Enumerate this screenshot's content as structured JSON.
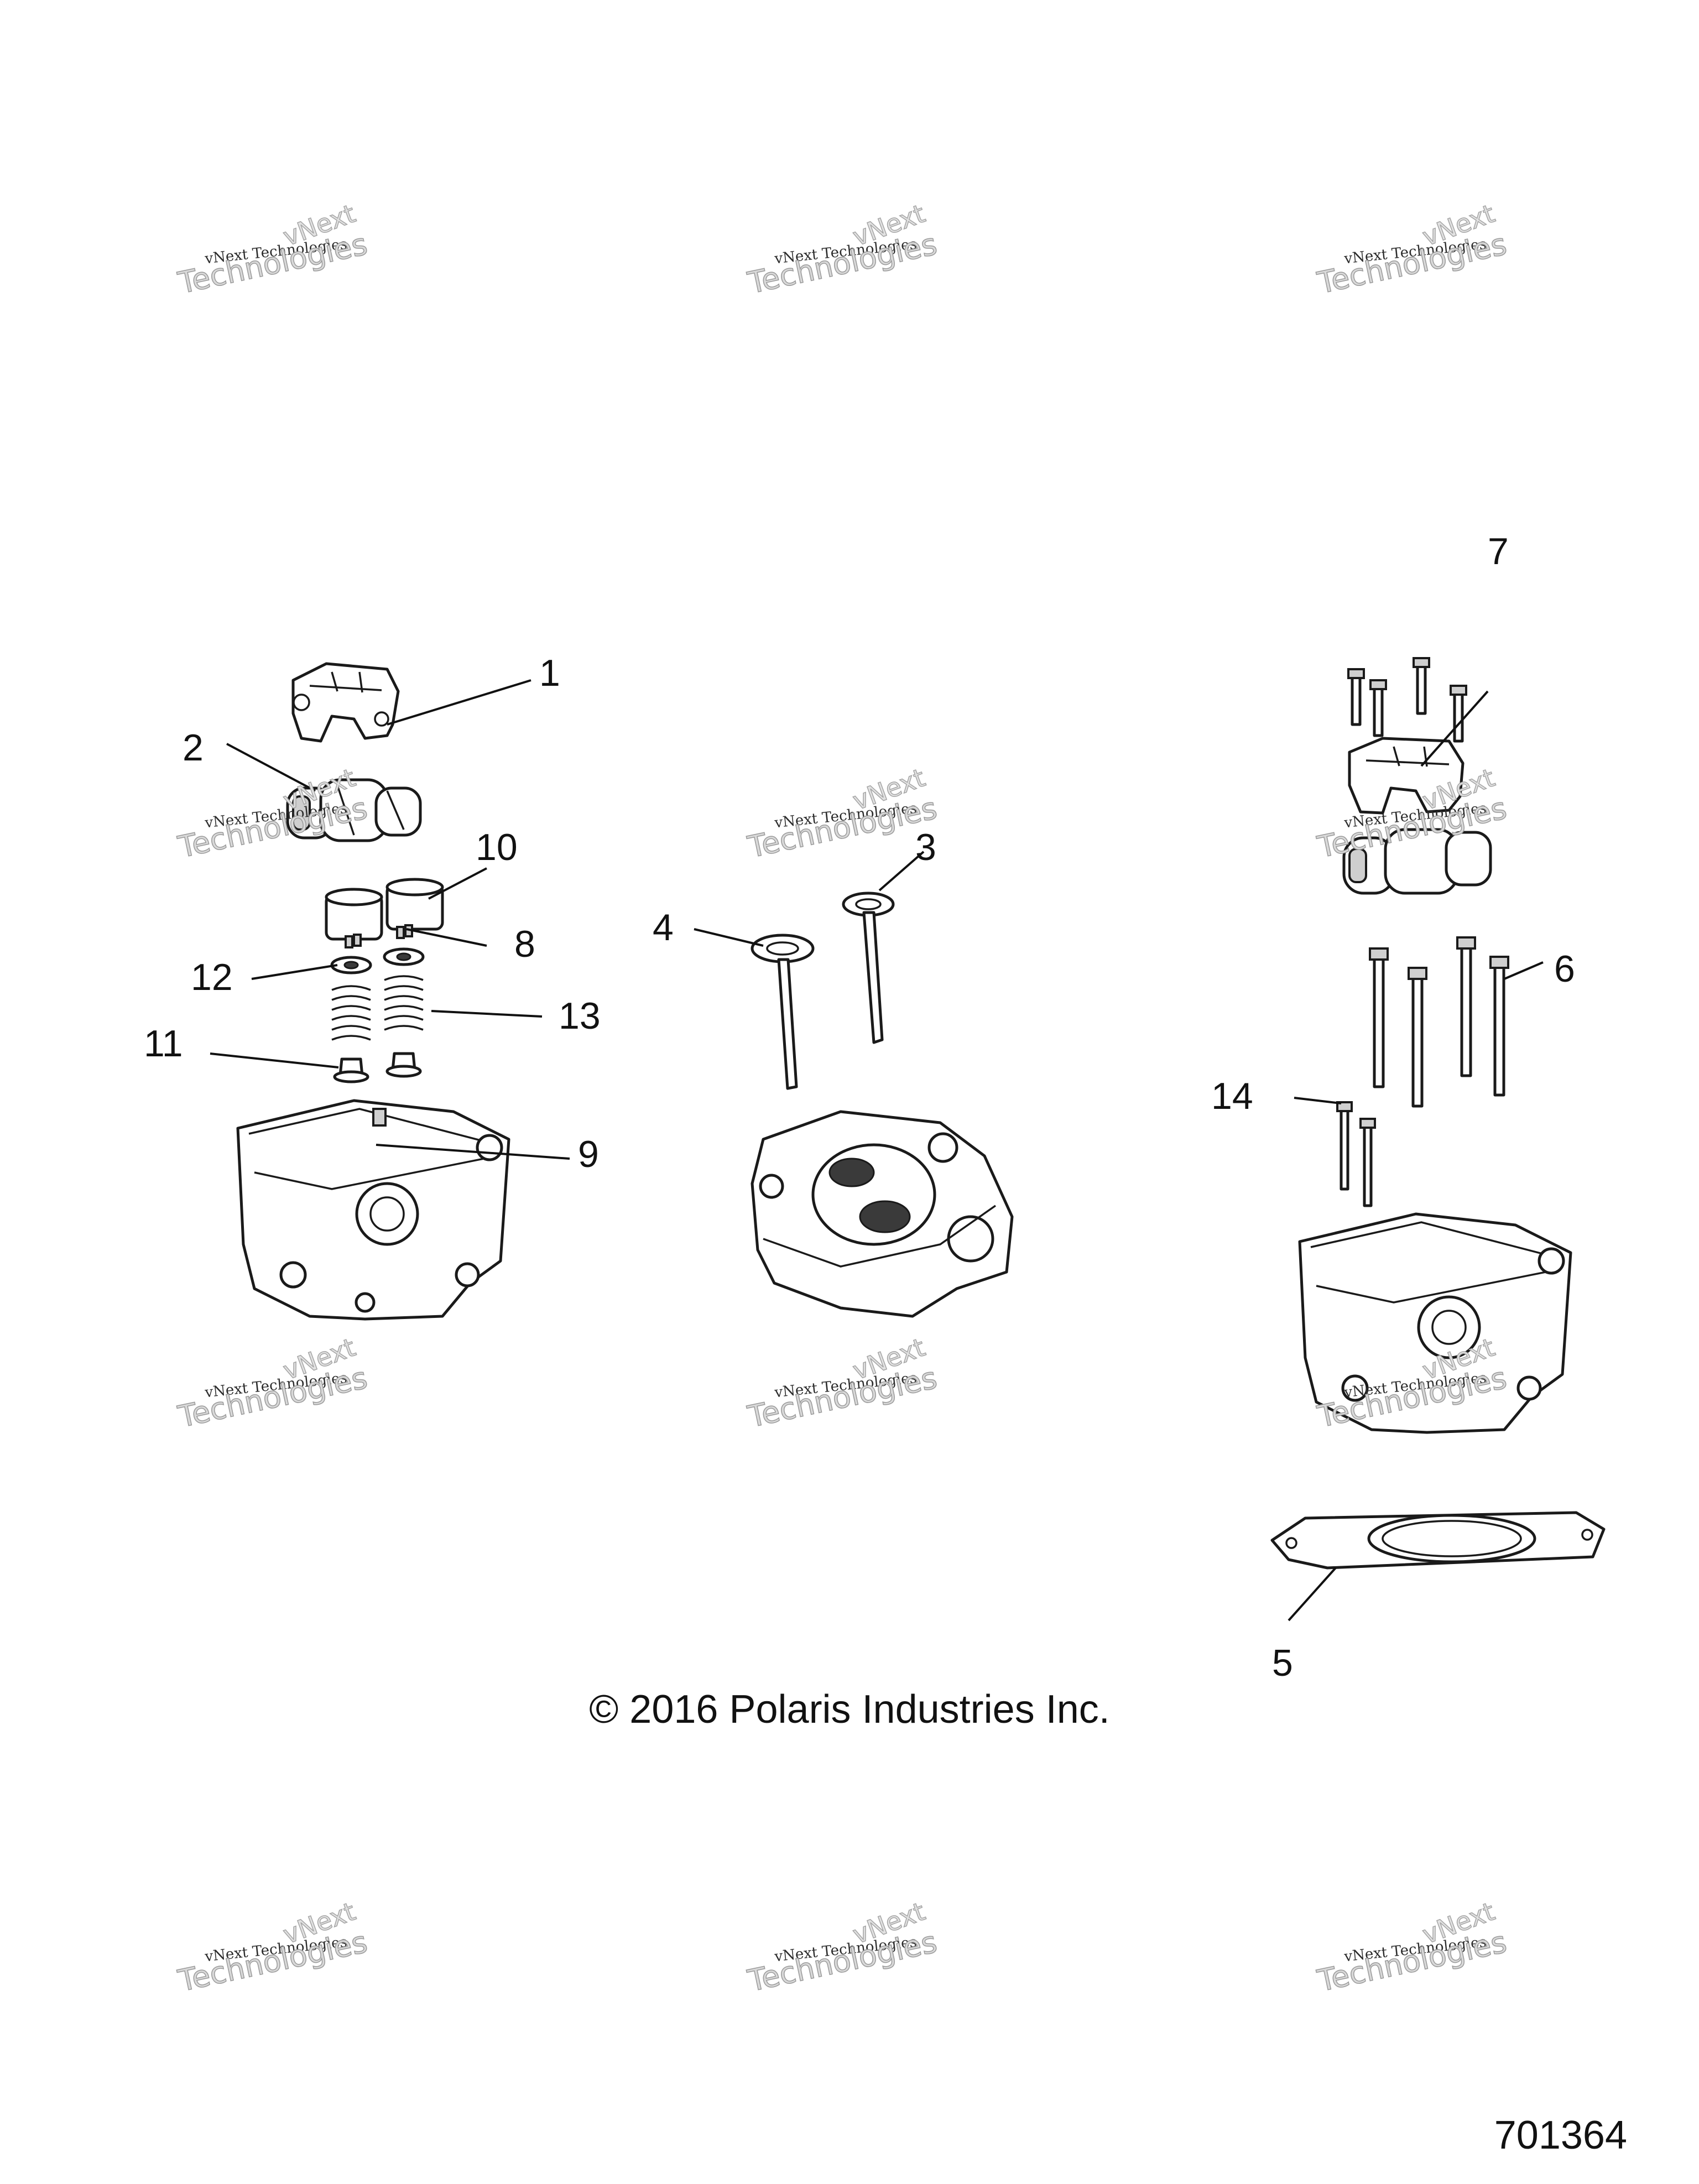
{
  "callouts": {
    "c1": "1",
    "c2": "2",
    "c3": "3",
    "c4": "4",
    "c5": "5",
    "c6": "6",
    "c7": "7",
    "c8": "8",
    "c9": "9",
    "c10": "10",
    "c11": "11",
    "c12": "12",
    "c13": "13",
    "c14": "14"
  },
  "copyright": "© 2016 Polaris Industries Inc.",
  "figure_number": "701364",
  "watermark": {
    "line1": "vNext Technologies",
    "line2": "Technologies",
    "line0": "vNext"
  }
}
